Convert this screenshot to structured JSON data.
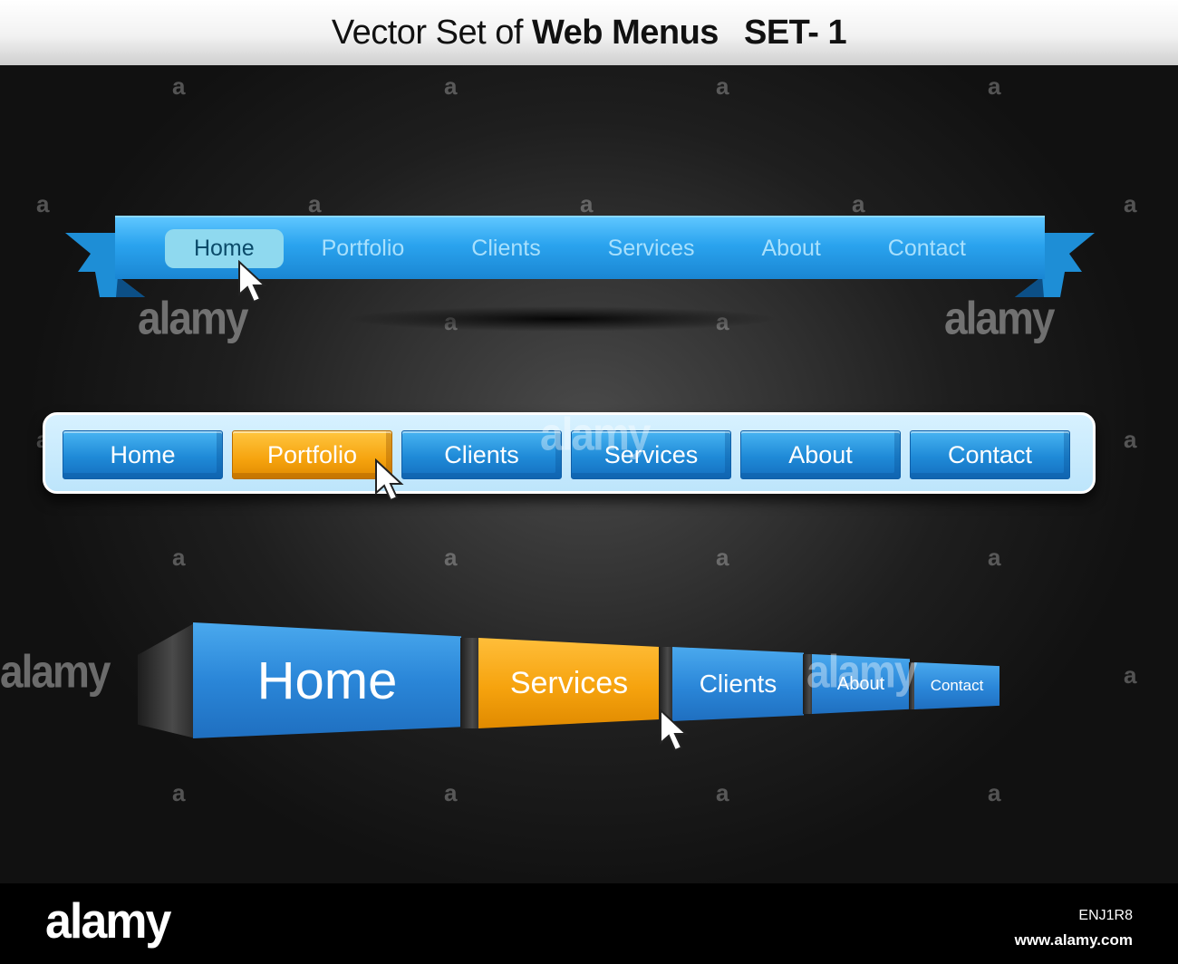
{
  "title": {
    "prefix": "Vector Set of",
    "bold": "Web Menus",
    "set": "SET- 1"
  },
  "menu1": {
    "items": [
      "Home",
      "Portfolio",
      "Clients",
      "Services",
      "About",
      "Contact"
    ],
    "active": "Home",
    "colors": {
      "ribbon": "#2aa3ee",
      "active_bg": "#8fd9ef"
    }
  },
  "menu2": {
    "items": [
      "Home",
      "Portfolio",
      "Clients",
      "Services",
      "About",
      "Contact"
    ],
    "active": "Portfolio",
    "colors": {
      "button": "#1f8ad7",
      "active": "#f6a30e",
      "frame": "#d7f1ff"
    }
  },
  "menu3": {
    "items": [
      "Home",
      "Services",
      "Clients",
      "About",
      "Contact"
    ],
    "active": "Services",
    "colors": {
      "block": "#2a8fe0",
      "active": "#f6a30e"
    }
  },
  "watermark": {
    "letter": "a",
    "word": "alamy"
  },
  "footer": {
    "logo": "alamy",
    "image_id": "ENJ1R8",
    "url": "www.alamy.com"
  },
  "icons": [
    "arrow-cursor-icon"
  ]
}
